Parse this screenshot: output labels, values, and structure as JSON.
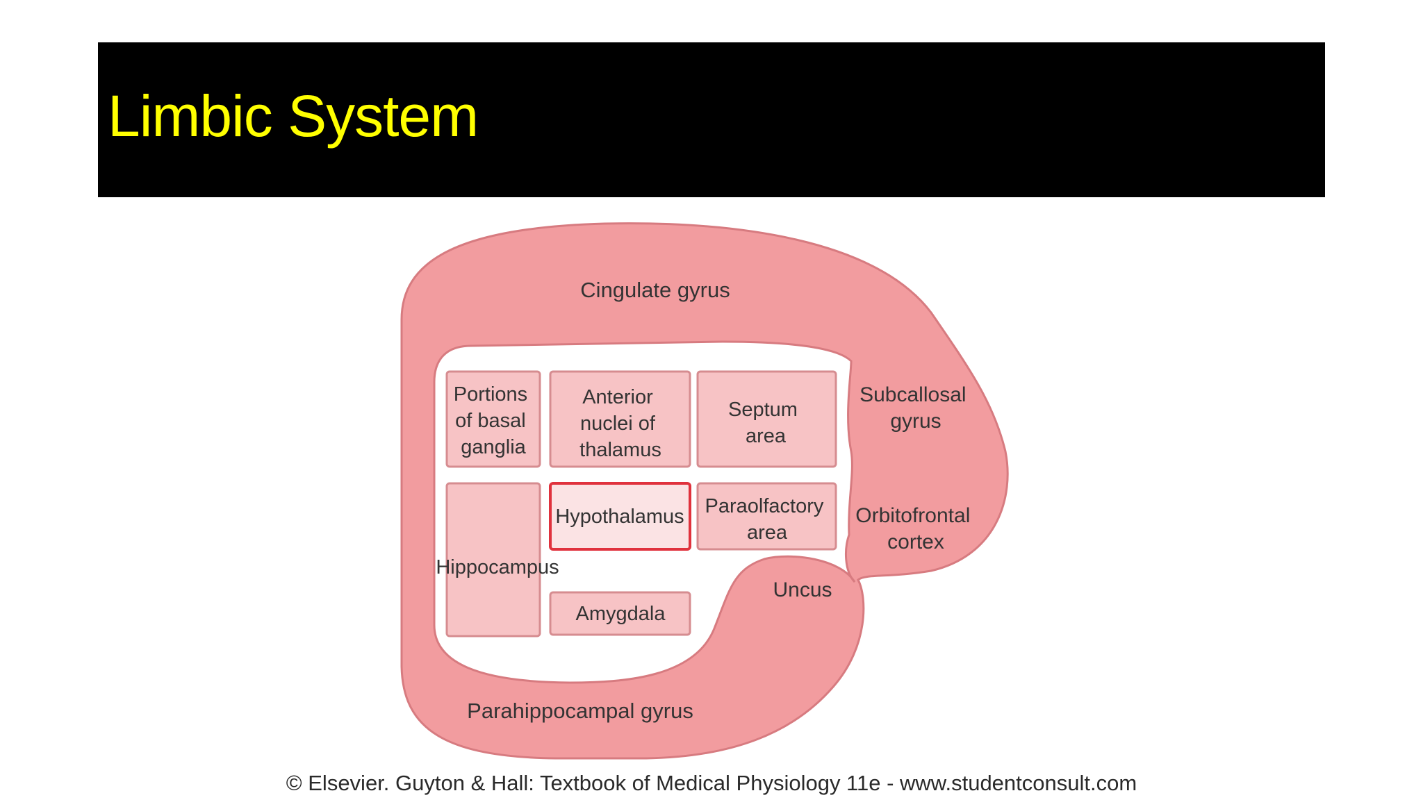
{
  "title": {
    "text": "Limbic System",
    "color": "#ffff00",
    "bar_color": "#000000"
  },
  "diagram": {
    "colors": {
      "ring_fill": "#f29c9f",
      "ring_stroke": "#d77b80",
      "box_fill": "#f7c3c5",
      "box_stroke": "#d68c90",
      "highlight_stroke": "#e0323d"
    },
    "outer_labels": {
      "cingulate": "Cingulate gyrus",
      "subcallosal": [
        "Subcallosal",
        "gyrus"
      ],
      "orbitofrontal": [
        "Orbitofrontal",
        "cortex"
      ],
      "uncus": "Uncus",
      "parahippocampal": "Parahippocampal gyrus"
    },
    "boxes": {
      "basal_ganglia": [
        "Portions",
        "of basal",
        "ganglia"
      ],
      "anterior_nuclei": [
        "Anterior",
        "nuclei of",
        "thalamus"
      ],
      "septum": [
        "Septum",
        "area"
      ],
      "hippocampus": "Hippocampus",
      "hypothalamus": "Hypothalamus",
      "paraolfactory": [
        "Paraolfactory",
        "area"
      ],
      "amygdala": "Amygdala"
    }
  },
  "caption": "© Elsevier. Guyton & Hall: Textbook of Medical Physiology 11e - www.studentconsult.com"
}
